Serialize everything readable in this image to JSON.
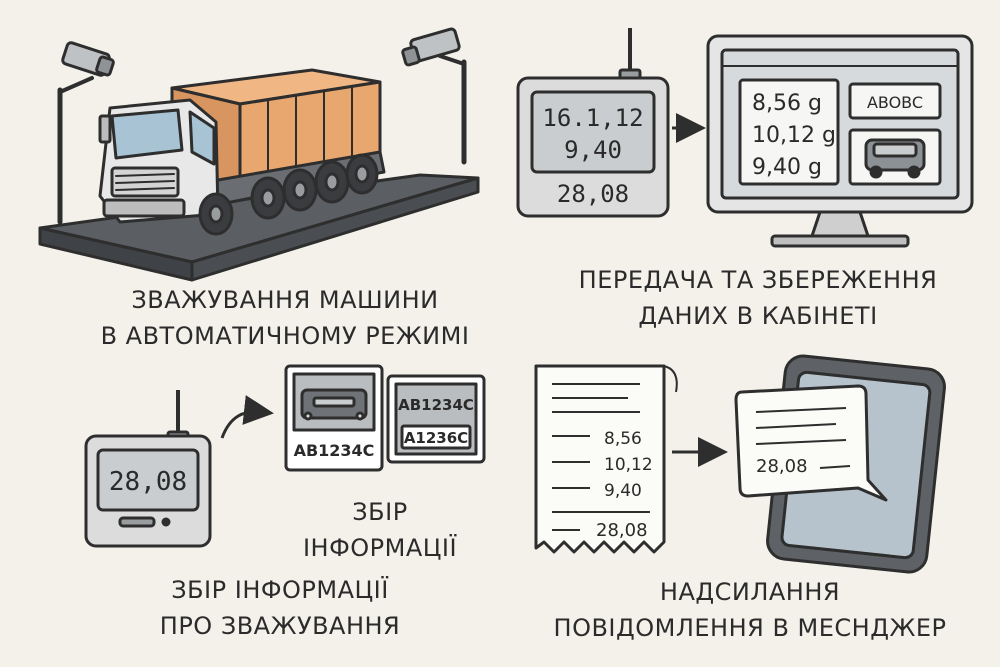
{
  "panels": {
    "weighing": {
      "caption_line1": "ЗВАЖУВАННЯ МАШИНИ",
      "caption_line2": "В АВТОМАТИЧНОМУ РЕЖИМІ"
    },
    "transfer": {
      "device_line1": "16.1,12",
      "device_line2": "9,40",
      "device_total": "28,08",
      "monitor_values": [
        "8,56 g",
        "10,12 g",
        "9,40 g"
      ],
      "monitor_plate": "ABOBC",
      "caption_line1": "ПЕРЕДАЧА ТА ЗБЕРЕЖЕННЯ",
      "caption_line2": "ДАНИХ В КАБІНЕТІ"
    },
    "collection": {
      "device_value": "28,08",
      "photo_plate_1": "AB1234C",
      "photo_plate_2_top": "AB1234C",
      "photo_plate_2_bottom": "A1236C",
      "sub_caption_line1": "ЗБІР",
      "sub_caption_line2": "ІНФОРМАЦІЇ",
      "caption_line1": "ЗБІР ІНФОРМАЦІЇ",
      "caption_line2": "ПРО ЗВАЖУВАННЯ"
    },
    "messenger": {
      "receipt_values": [
        "8,56",
        "10,12",
        "9,40"
      ],
      "receipt_total": "28,08",
      "message_value": "28,08",
      "caption_line1": "НАДСИЛАННЯ",
      "caption_line2": "ПОВІДОМЛЕННЯ В МЕСНДЖЕР"
    }
  },
  "colors": {
    "background": "#f3f1ea",
    "outline": "#2e2e2e",
    "cargo": "#e9a770",
    "screen": "#c9cdcf",
    "metal": "#dcdcdc"
  }
}
